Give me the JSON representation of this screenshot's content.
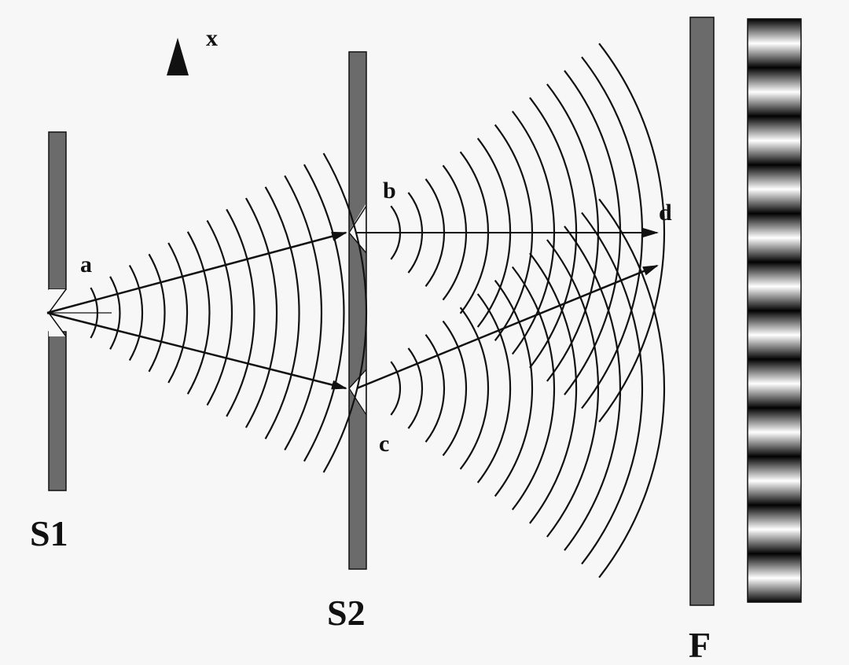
{
  "labels": {
    "axis": "x",
    "source_slit": "a",
    "upper_slit": "b",
    "lower_slit": "c",
    "screen_point": "d",
    "first_screen": "S1",
    "second_screen": "S2",
    "film": "F"
  },
  "colors": {
    "barrier": "#6b6b6b",
    "line": "#111111",
    "background": "#f7f7f7"
  },
  "fringes": {
    "count": 12
  }
}
